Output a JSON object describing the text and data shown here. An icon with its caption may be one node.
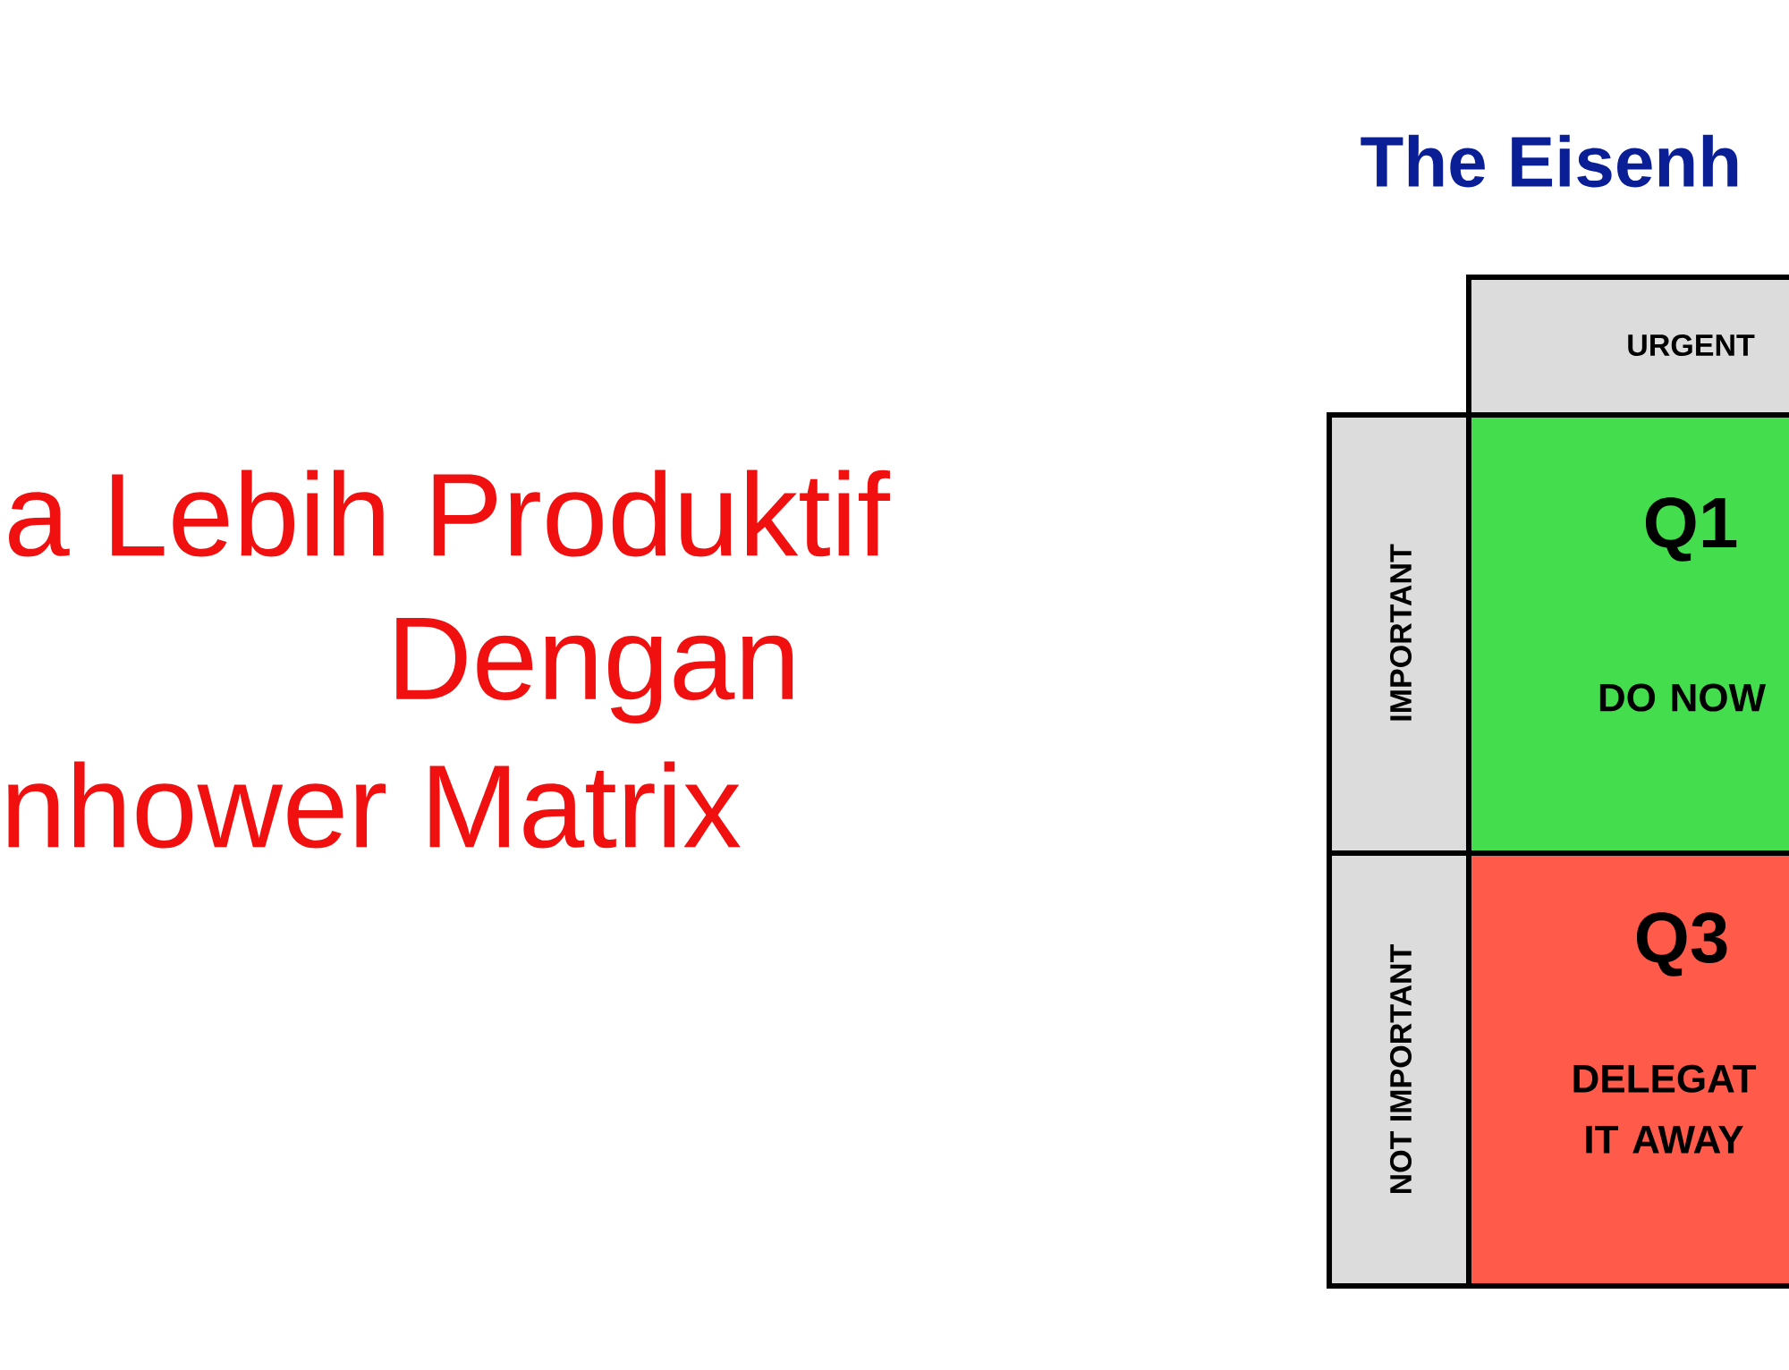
{
  "diagram": {
    "title": "The Eisenh",
    "nodes": [
      {
        "text": [
          "URGENT"
        ]
      },
      {
        "text": [
          "IMPORTANT"
        ]
      },
      {
        "text": [
          "NOT IMPORTANT"
        ]
      },
      {
        "text": [
          "Q1",
          "DO NOW"
        ]
      },
      {
        "text": [
          "Q3",
          "DELEGAT IT AWAY"
        ]
      }
    ],
    "labels": [
      "a Lebih Produktif",
      "Dengan",
      "nhower Matrix"
    ]
  }
}
